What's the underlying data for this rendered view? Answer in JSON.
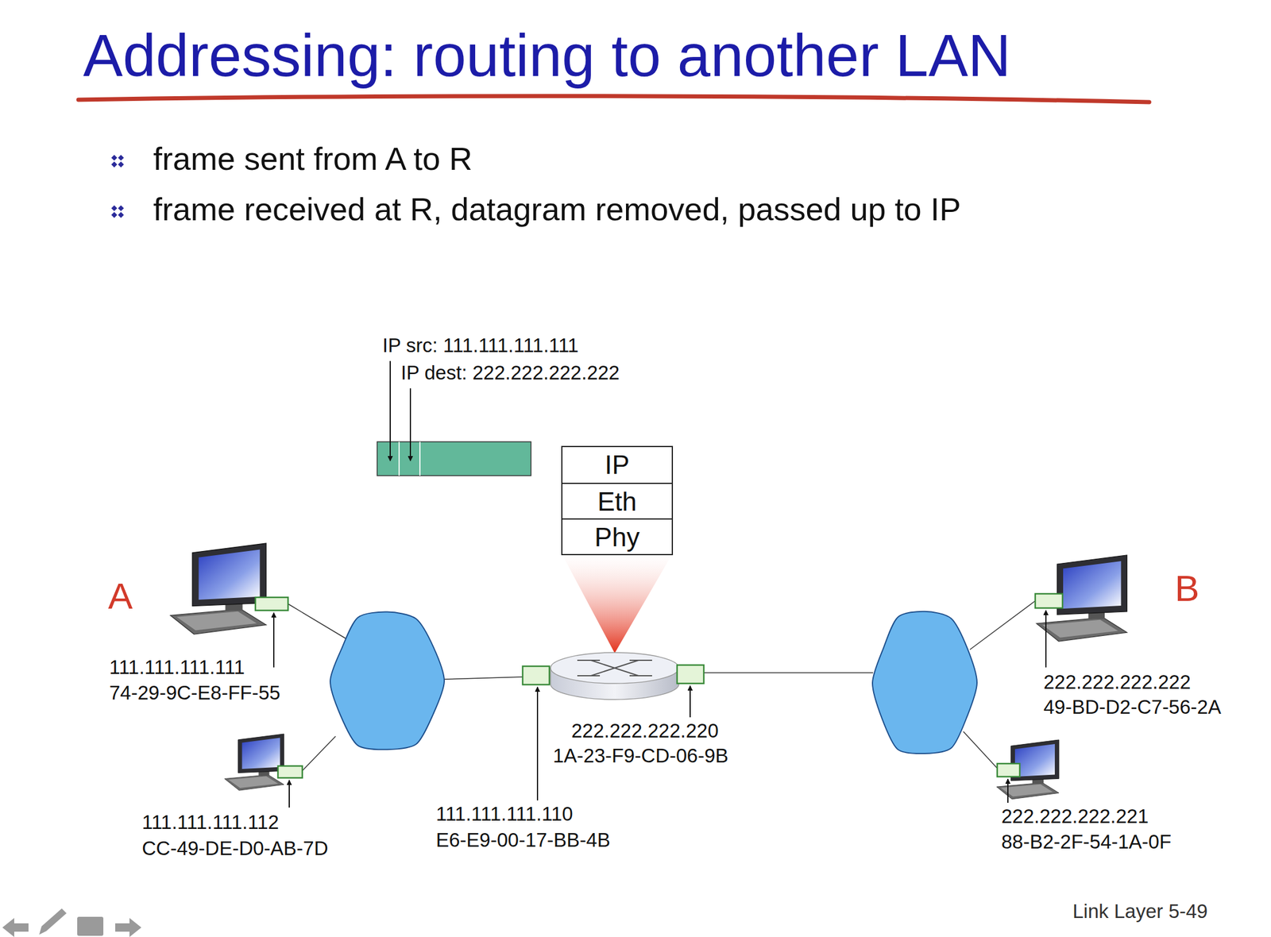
{
  "diagram": {
    "title": "Addressing: routing to another LAN",
    "nodes": [
      {
        "text": [
          "IP",
          "Eth",
          "Phy"
        ]
      }
    ],
    "labels": [
      "frame sent from A to R",
      "frame received at R, datagram removed, passed up to IP",
      "IP src: 111.111.111.111",
      "IP dest: 222.222.222.222",
      "A",
      "111.111.111.111",
      "74-29-9C-E8-FF-55",
      "111.111.111.112",
      "CC-49-DE-D0-AB-7D",
      "111.111.111.110",
      "E6-E9-00-17-BB-4B",
      "222.222.222.220",
      "1A-23-F9-CD-06-9B",
      "B",
      "222.222.222.222",
      "49-BD-D2-C7-56-2A",
      "222.222.222.221",
      "88-B2-2F-54-1A-0F",
      "Link Layer 5-49"
    ]
  }
}
